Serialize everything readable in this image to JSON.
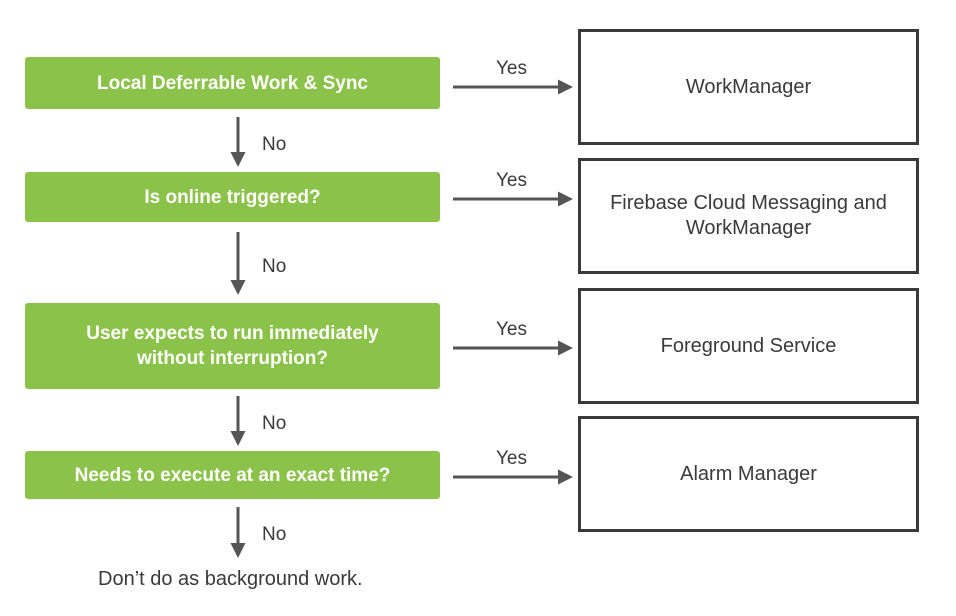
{
  "questions": [
    {
      "lines": [
        "Local Deferrable Work & Sync"
      ]
    },
    {
      "lines": [
        "Is online triggered?"
      ]
    },
    {
      "lines": [
        "User expects to run immediately",
        "without interruption?"
      ]
    },
    {
      "lines": [
        "Needs to execute at an exact time?"
      ]
    }
  ],
  "results": [
    {
      "lines": [
        "WorkManager"
      ]
    },
    {
      "lines": [
        "Firebase Cloud Messaging and",
        "WorkManager"
      ]
    },
    {
      "lines": [
        "Foreground Service"
      ]
    },
    {
      "lines": [
        "Alarm Manager"
      ]
    }
  ],
  "labels": {
    "yes": "Yes",
    "no": "No"
  },
  "final_text": "Don’t do as background work.",
  "colors": {
    "question_fill": "#8bc34a",
    "arrow": "#555555",
    "border": "#3a3a3a"
  }
}
